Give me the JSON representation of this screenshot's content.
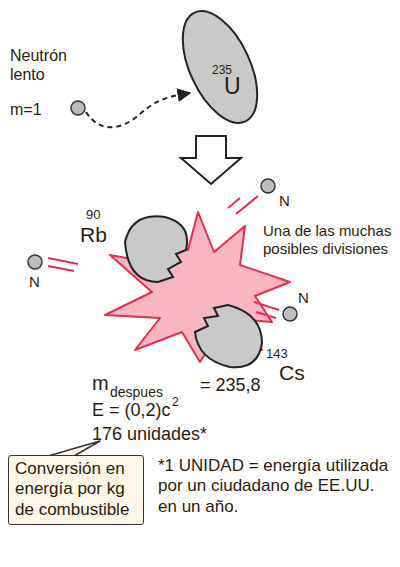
{
  "diagram": {
    "nodes": [
      {
        "text": [
          "235",
          "U"
        ]
      },
      {
        "text": [
          "Conversión en energía por kg de combustible"
        ]
      }
    ],
    "labels": [
      "Neutrón lento",
      "m=1",
      "N",
      "90",
      "Rb",
      "Una de las muchas posibles divisiones",
      "N",
      "N",
      "143",
      "Cs",
      "m",
      "despues",
      "= 235,8",
      "E = (0,2)c",
      "2",
      "176 unidades*",
      "*1 UNIDAD = energía utilizada por un ciudadano de EE.UU. en un año."
    ]
  }
}
